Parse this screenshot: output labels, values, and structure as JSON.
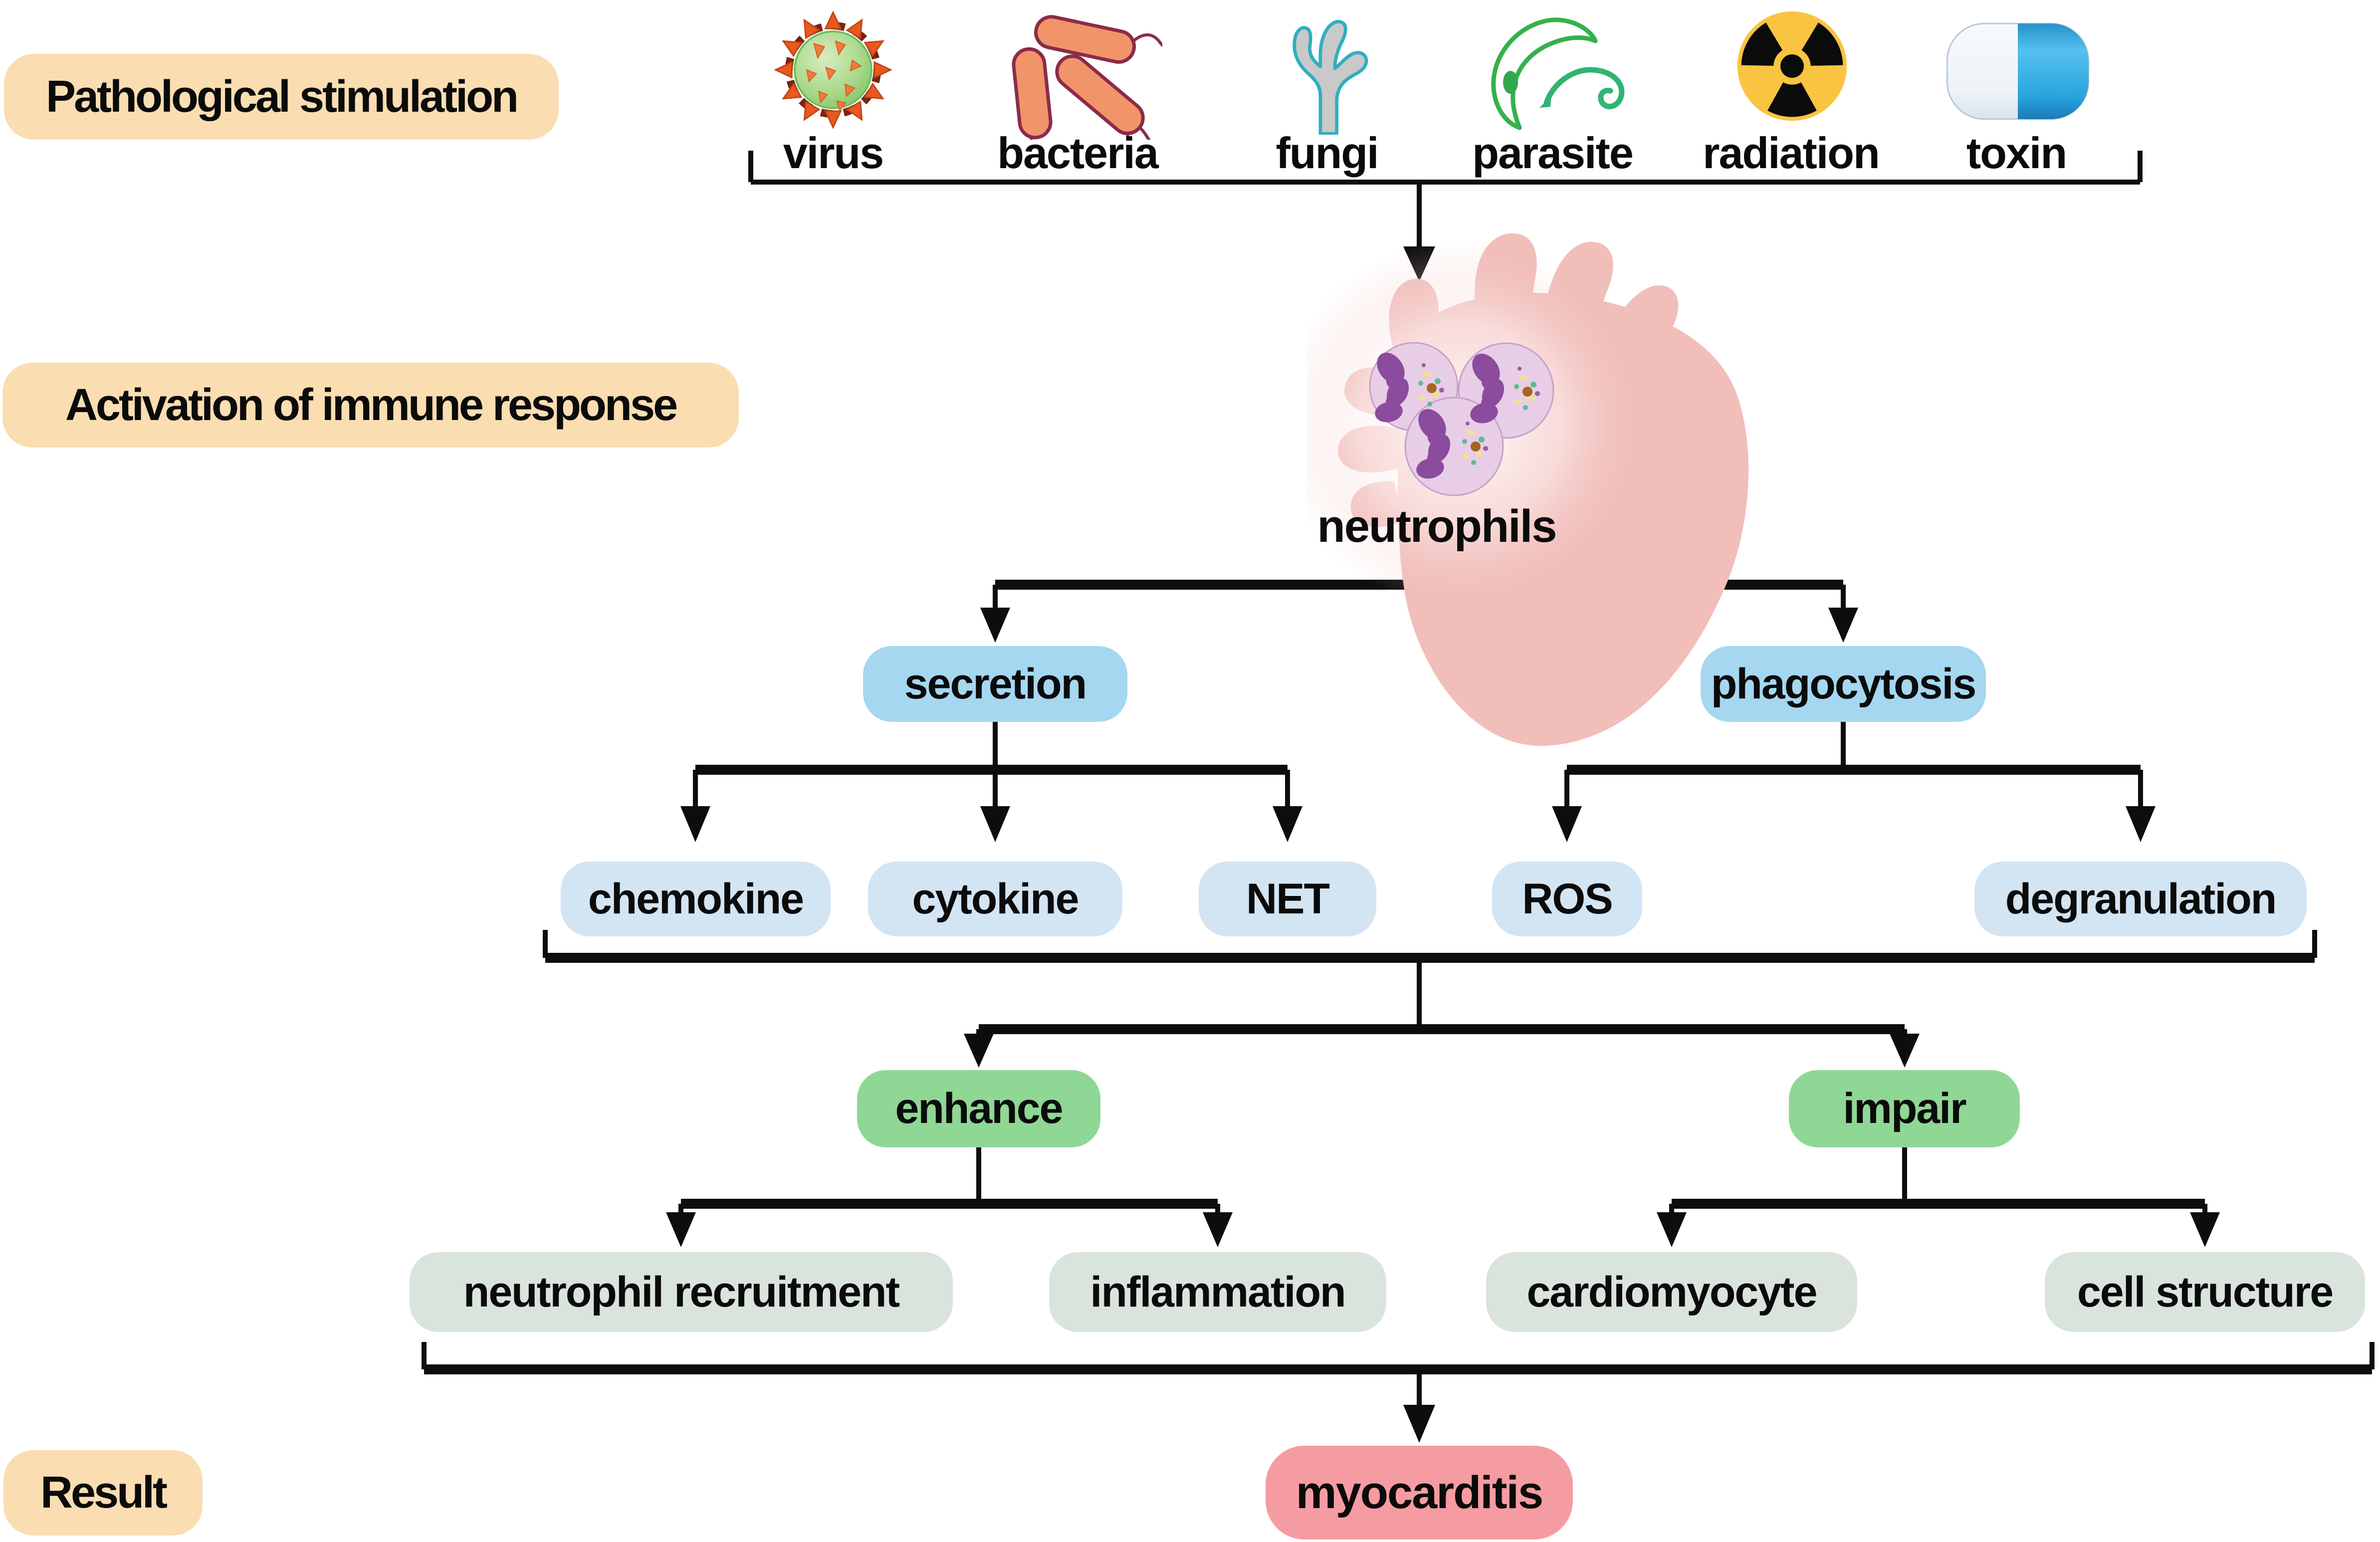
{
  "figure": {
    "type": "flow-diagram",
    "title_implicit": "neutrophils in myocarditis"
  },
  "side_labels": {
    "pathological_stimulation": "Pathological stimulation",
    "activation_of_immune_response": "Activation of immune response",
    "result": "Result"
  },
  "stimuli": {
    "items": [
      {
        "icon": "virus-icon",
        "label": "virus"
      },
      {
        "icon": "bacteria-icon",
        "label": "bacteria"
      },
      {
        "icon": "fungi-icon",
        "label": "fungi"
      },
      {
        "icon": "parasite-icon",
        "label": "parasite"
      },
      {
        "icon": "radiation-icon",
        "label": "radiation"
      },
      {
        "icon": "toxin-icon",
        "label": "toxin"
      }
    ]
  },
  "immune": {
    "organ_icon": "heart-with-neutrophils-illustration",
    "organ_label": "neutrophils",
    "mechanisms": [
      {
        "label": "secretion",
        "children": [
          "chemokine",
          "cytokine",
          "NET"
        ]
      },
      {
        "label": "phagocytosis",
        "children": [
          "ROS",
          "degranulation"
        ]
      }
    ],
    "effects": [
      {
        "label": "enhance",
        "children": [
          "neutrophil recruitment",
          "inflammation"
        ]
      },
      {
        "label": "impair",
        "children": [
          "cardiomyocyte",
          "cell structure"
        ]
      }
    ]
  },
  "result_node": {
    "label": "myocarditis"
  },
  "colors": {
    "label_peach": "#FBDDB2",
    "mechanism_blue": "#A6D7F0",
    "mediator_pale_blue": "#D3E4F3",
    "effect_green": "#8FD795",
    "target_pale_green": "#D9E4DD",
    "result_pink": "#F59CA2",
    "line_black": "#0D0D0D",
    "heart_pink": "#F1BEBA",
    "neutrophil_cell": "#E7CEE6",
    "neutrophil_nucleus": "#8B4B9E"
  }
}
